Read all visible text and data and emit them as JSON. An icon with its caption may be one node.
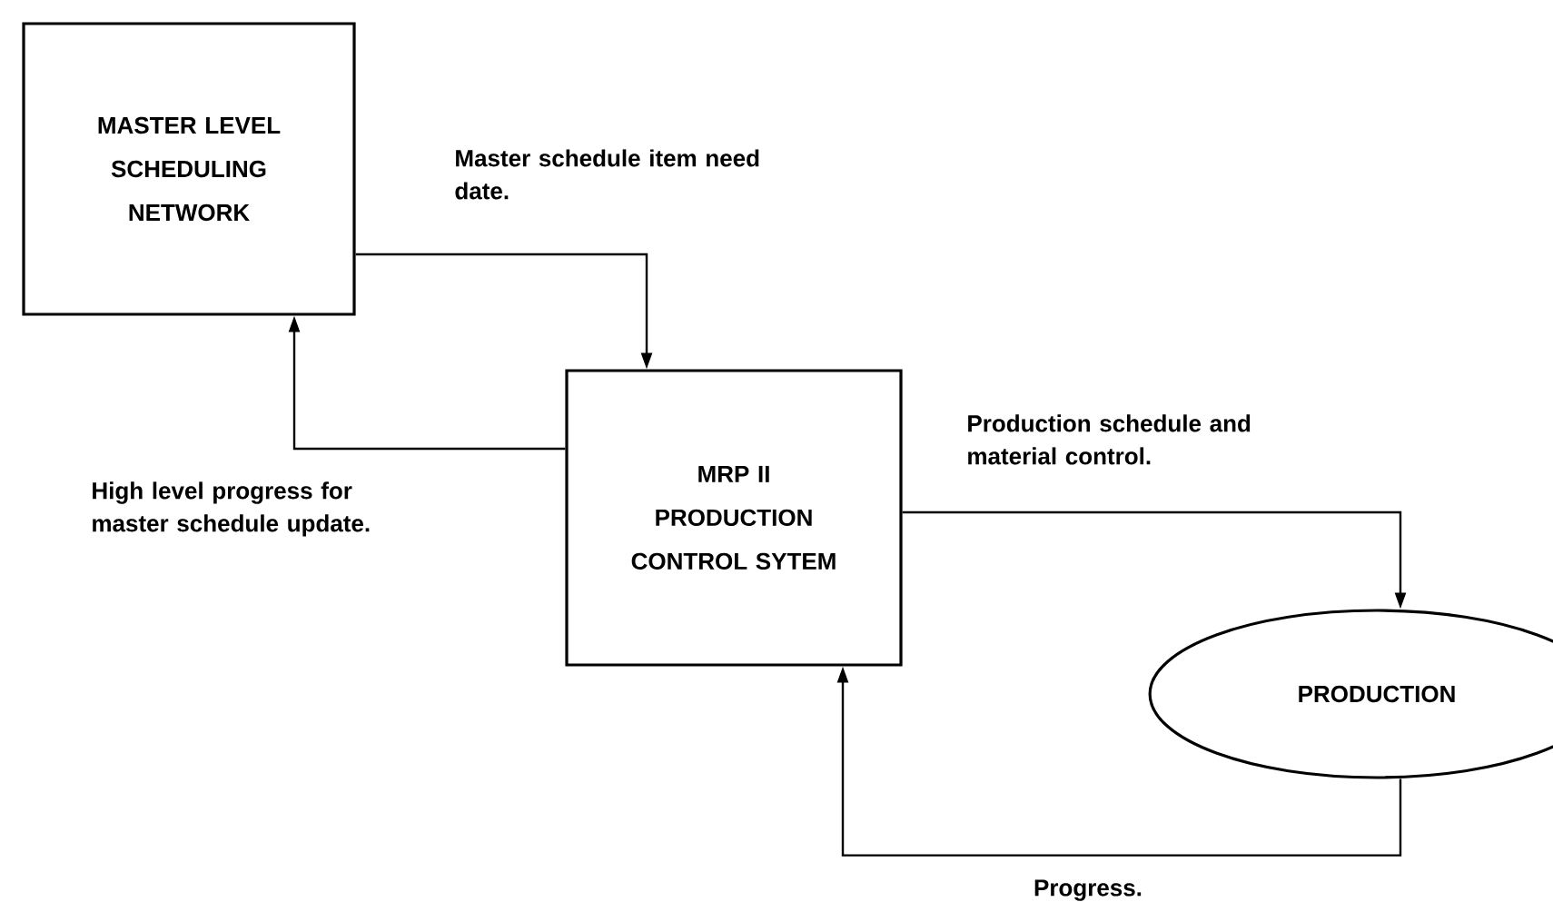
{
  "diagram": {
    "nodes": [
      {
        "text": [
          "MASTER LEVEL SCHEDULING NETWORK"
        ]
      },
      {
        "text": [
          "MRP II PRODUCTION CONTROL SYTEM"
        ]
      },
      {
        "text": [
          "PRODUCTION"
        ]
      }
    ],
    "edges": [
      {
        "from": 0,
        "to": 1,
        "arrow": "to",
        "label": "Master schedule item need date."
      },
      {
        "from": 1,
        "to": 0,
        "arrow": "to",
        "label": "High level progress for master schedule update."
      },
      {
        "from": 1,
        "to": 2,
        "arrow": "to",
        "label": "Production schedule and material control."
      },
      {
        "from": 2,
        "to": 1,
        "arrow": "to",
        "label": "Progress."
      }
    ]
  }
}
